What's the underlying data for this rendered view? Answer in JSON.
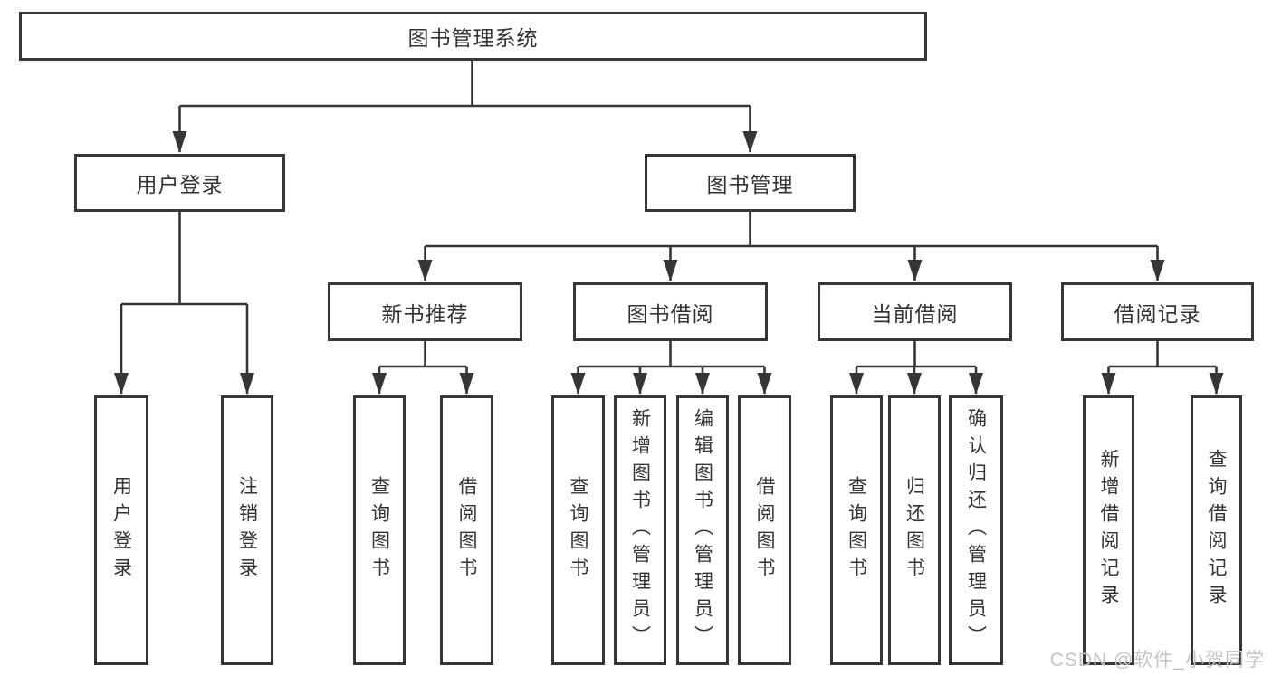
{
  "diagram": {
    "watermark": "CSDN @软件_小贺同学",
    "colors": {
      "line": "#363636",
      "node_border": "#363636",
      "node_fill": "#ffffff",
      "text": "#333333",
      "watermark": "#c4c4c4",
      "background": "#ffffff"
    }
  },
  "nodes": {
    "root": {
      "label": "图书管理系统"
    },
    "user_login": {
      "label": "用户登录"
    },
    "book_mgmt": {
      "label": "图书管理"
    },
    "new_book_rec": {
      "label": "新书推荐"
    },
    "book_borrow": {
      "label": "图书借阅"
    },
    "current_borrow": {
      "label": "当前借阅"
    },
    "borrow_record": {
      "label": "借阅记录"
    },
    "leaf_user_login": {
      "label": "用户登录"
    },
    "leaf_logout_login": {
      "label": "注销登录"
    },
    "leaf_query_book_rec": {
      "label": "查询图书"
    },
    "leaf_borrow_book_rec": {
      "label": "借阅图书"
    },
    "leaf_query_book_borrow": {
      "label": "查询图书"
    },
    "leaf_add_book_admin": {
      "label": "新增图书（管理员）"
    },
    "leaf_edit_book_admin": {
      "label": "编辑图书（管理员）"
    },
    "leaf_borrow_book_borrow": {
      "label": "借阅图书"
    },
    "leaf_query_book_current": {
      "label": "查询图书"
    },
    "leaf_return_book": {
      "label": "归还图书"
    },
    "leaf_confirm_return_admin": {
      "label": "确认归还（管理员）"
    },
    "leaf_add_borrow_record": {
      "label": "新增借阅记录"
    },
    "leaf_query_borrow_record": {
      "label": "查询借阅记录"
    }
  },
  "hierarchy": {
    "root": [
      "user_login",
      "book_mgmt"
    ],
    "user_login": [
      "leaf_user_login",
      "leaf_logout_login"
    ],
    "book_mgmt": [
      "new_book_rec",
      "book_borrow",
      "current_borrow",
      "borrow_record"
    ],
    "new_book_rec": [
      "leaf_query_book_rec",
      "leaf_borrow_book_rec"
    ],
    "book_borrow": [
      "leaf_query_book_borrow",
      "leaf_add_book_admin",
      "leaf_edit_book_admin",
      "leaf_borrow_book_borrow"
    ],
    "current_borrow": [
      "leaf_query_book_current",
      "leaf_return_book",
      "leaf_confirm_return_admin"
    ],
    "borrow_record": [
      "leaf_add_borrow_record",
      "leaf_query_borrow_record"
    ]
  }
}
